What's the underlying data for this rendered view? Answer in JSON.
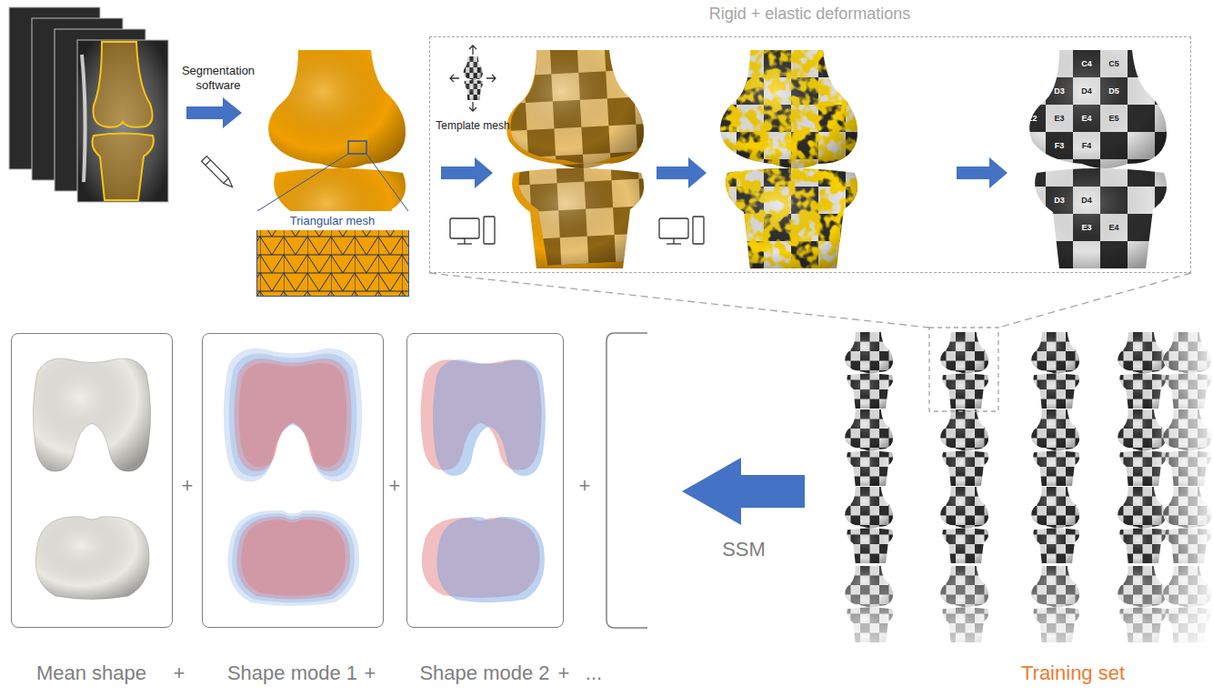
{
  "diagram": {
    "nodes": [
      {
        "text": [
          "Triangular mesh"
        ]
      },
      {
        "text": [
          "Rigid + elastic deformations"
        ]
      },
      {
        "text": [
          "Mean shape"
        ]
      },
      {
        "text": [
          "Shape mode 1"
        ]
      },
      {
        "text": [
          "Shape mode 2"
        ]
      }
    ],
    "labels": [
      "Segmentation software",
      "Template mesh",
      "C4",
      "C5",
      "D3",
      "D4",
      "D5",
      "E2",
      "E3",
      "E4",
      "E5",
      "F3",
      "F4",
      "D3",
      "D4",
      "E3",
      "E4",
      "+",
      "+",
      "+",
      "SSM",
      "Training set",
      "+",
      "+",
      "+",
      "..."
    ]
  }
}
